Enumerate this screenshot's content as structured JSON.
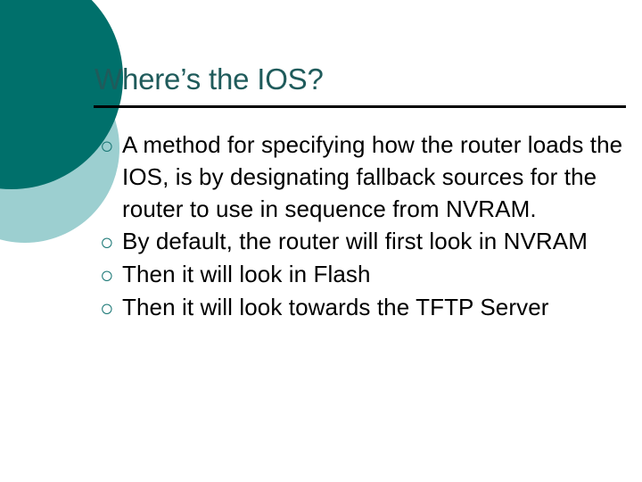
{
  "slide": {
    "title": "Where’s the IOS?",
    "bullet_marker": "○",
    "bullets": [
      {
        "text": "A method for specifying how the router loads the IOS, is by designating fallback sources for the router to use in sequence from NVRAM."
      },
      {
        "text": "By default, the router will first look in NVRAM"
      },
      {
        "text": "Then it will look in Flash"
      },
      {
        "text": "Then it will look towards the TFTP Server"
      }
    ]
  },
  "colors": {
    "title_text": "#1F5B5B",
    "body_text": "#000000",
    "bullet_marker": "#1F7A78",
    "deco_dark_circle": "#00706B",
    "deco_light_circle": "#9CCFD0",
    "title_rule": "#000000",
    "background": "#FFFFFF"
  }
}
